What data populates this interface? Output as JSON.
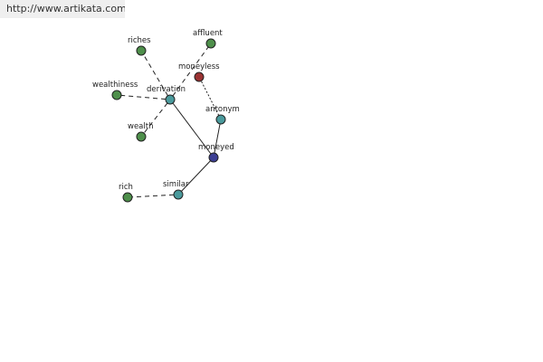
{
  "banner": {
    "url": "http://www.artikata.com"
  },
  "colors": {
    "green": "#4e8f4b",
    "teal": "#4a9a9c",
    "red": "#9a3232",
    "blue": "#3c3f94",
    "edge": "#222222"
  },
  "graph": {
    "nodes": [
      {
        "id": "riches",
        "label": "riches",
        "color": "green"
      },
      {
        "id": "affluent",
        "label": "affluent",
        "color": "green"
      },
      {
        "id": "moneyless",
        "label": "moneyless",
        "color": "red"
      },
      {
        "id": "wealthiness",
        "label": "wealthiness",
        "color": "green"
      },
      {
        "id": "derivation",
        "label": "derivation",
        "color": "teal"
      },
      {
        "id": "antonym",
        "label": "antonym",
        "color": "teal"
      },
      {
        "id": "wealth",
        "label": "wealth",
        "color": "green"
      },
      {
        "id": "moneyed",
        "label": "moneyed",
        "color": "blue"
      },
      {
        "id": "similar",
        "label": "similar",
        "color": "teal"
      },
      {
        "id": "rich",
        "label": "rich",
        "color": "green"
      }
    ],
    "edges": [
      {
        "from": "moneyed",
        "to": "derivation",
        "style": "solid"
      },
      {
        "from": "moneyed",
        "to": "antonym",
        "style": "solid"
      },
      {
        "from": "moneyed",
        "to": "similar",
        "style": "solid"
      },
      {
        "from": "derivation",
        "to": "riches",
        "style": "dashed"
      },
      {
        "from": "derivation",
        "to": "affluent",
        "style": "dashed"
      },
      {
        "from": "derivation",
        "to": "wealthiness",
        "style": "dashed"
      },
      {
        "from": "derivation",
        "to": "wealth",
        "style": "dashed"
      },
      {
        "from": "antonym",
        "to": "moneyless",
        "style": "dotted"
      },
      {
        "from": "similar",
        "to": "rich",
        "style": "dashed"
      }
    ]
  }
}
